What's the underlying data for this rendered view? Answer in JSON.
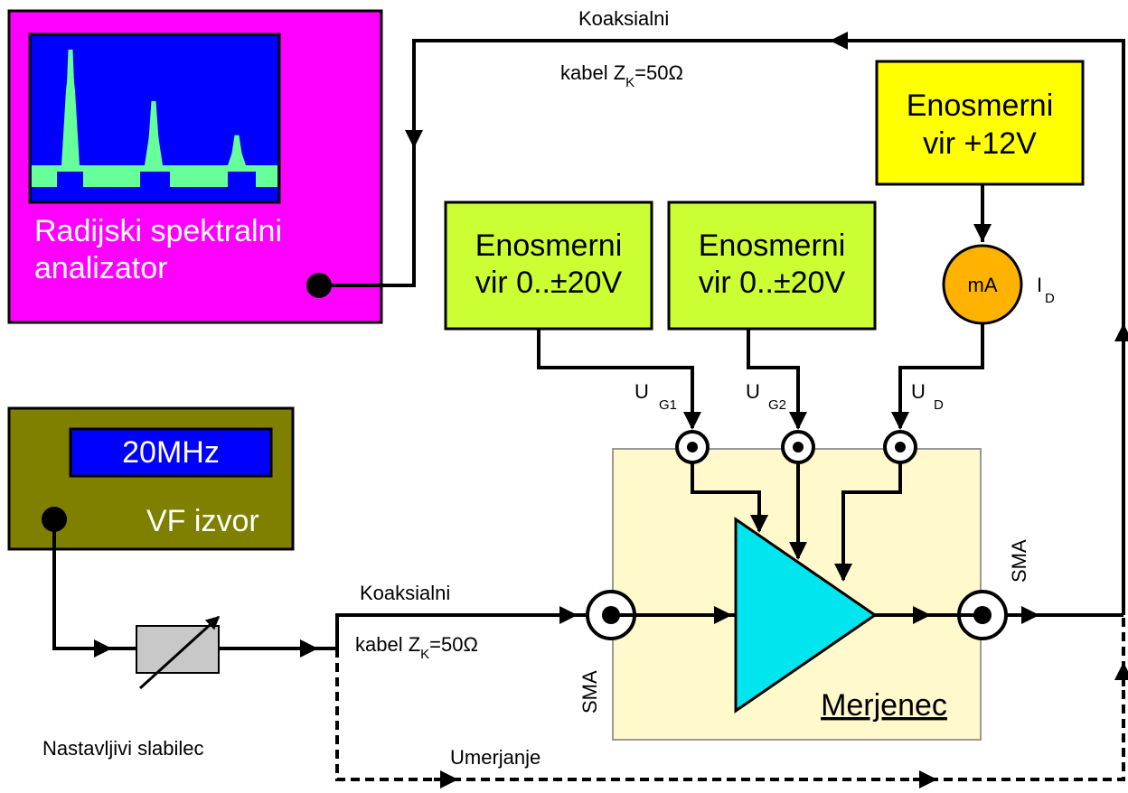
{
  "colors": {
    "analyzer_bg": "#ff00ff",
    "screen_bg": "#0000ff",
    "trace": "#66ff99",
    "generator_bg": "#808000",
    "dc_supply_green": "#ccff33",
    "dc_supply_yellow": "#ffff00",
    "meter": "#ffb300",
    "dut_bg": "#fff9cc",
    "amplifier": "#00e5ee",
    "attenuator": "#c8c8c8"
  },
  "analyzer": {
    "label_line1": "Radijski spektralni",
    "label_line2": "analizator"
  },
  "generator": {
    "frequency": "20MHz",
    "label": "VF izvor"
  },
  "supply_g1": {
    "line1": "Enosmerni",
    "line2": "vir 0..±20V"
  },
  "supply_g2": {
    "line1": "Enosmerni",
    "line2": "vir 0..±20V"
  },
  "supply_d": {
    "line1": "Enosmerni",
    "line2": "vir +12V"
  },
  "meter": {
    "label": "mA",
    "current_main": "I",
    "current_sub": "D"
  },
  "voltages": {
    "ug1_main": "U",
    "ug1_sub": "G1",
    "ug2_main": "U",
    "ug2_sub": "G2",
    "ud_main": "U",
    "ud_sub": "D"
  },
  "cable_top": {
    "line1": "Koaksialni",
    "line2_a": "kabel Z",
    "line2_sub": "K",
    "line2_b": "=50Ω"
  },
  "cable_bottom": {
    "line1": "Koaksialni",
    "line2_a": "kabel Z",
    "line2_sub": "K",
    "line2_b": "=50Ω"
  },
  "dut": {
    "label": "Merjenec"
  },
  "connectors": {
    "sma_in": "SMA",
    "sma_out": "SMA"
  },
  "attenuator": {
    "label": "Nastavljivi slabilec"
  },
  "calibration": {
    "label": "Umerjanje"
  }
}
